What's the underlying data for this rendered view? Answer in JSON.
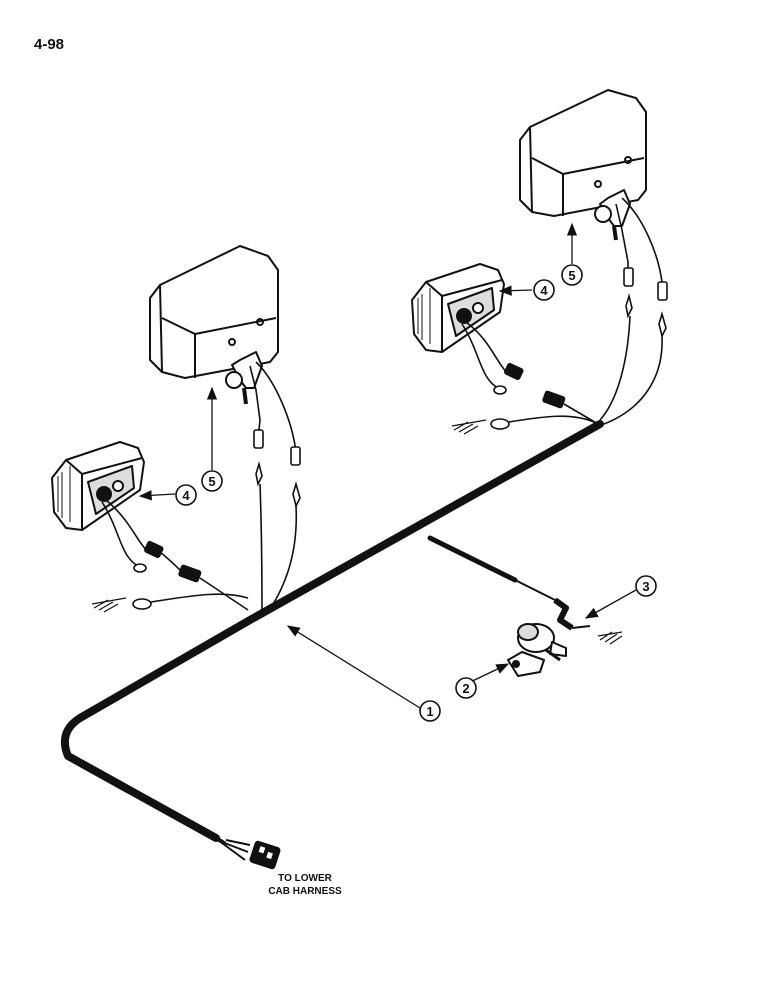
{
  "page": {
    "number": "4-98"
  },
  "callouts": [
    {
      "id": "callout-1",
      "label": "1"
    },
    {
      "id": "callout-2",
      "label": "2"
    },
    {
      "id": "callout-3",
      "label": "3"
    },
    {
      "id": "callout-4-left",
      "label": "4"
    },
    {
      "id": "callout-5-left",
      "label": "5"
    },
    {
      "id": "callout-4-right",
      "label": "4"
    },
    {
      "id": "callout-5-right",
      "label": "5"
    }
  ],
  "harness_note": {
    "line1": "TO LOWER",
    "line2": "CAB HARNESS"
  }
}
